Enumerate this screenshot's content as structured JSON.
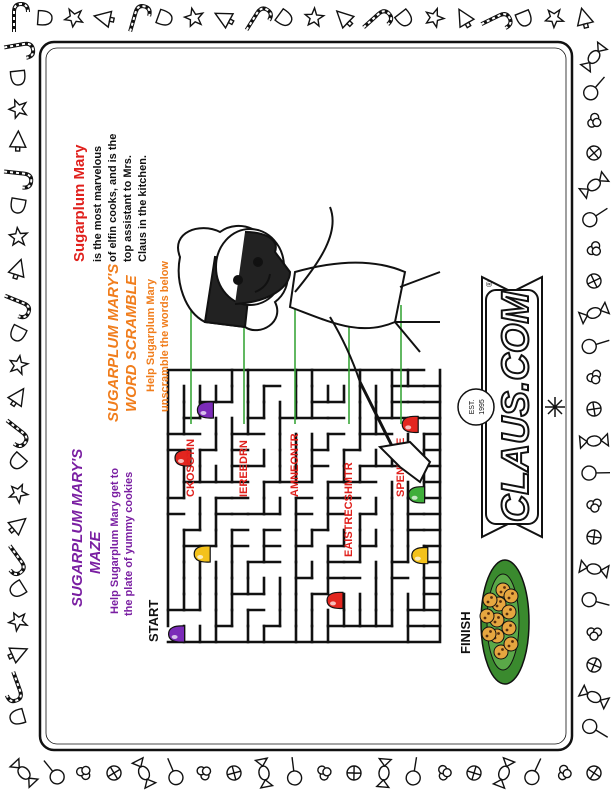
{
  "colors": {
    "maze_title": "#7a1fa2",
    "scramble_title": "#f07d1c",
    "character_title": "#e0201c",
    "text": "#111111",
    "answer_line": "#3aa63a",
    "candy_red": "#e3261f",
    "candy_yellow": "#f4c21b",
    "candy_green": "#3fae3a",
    "candy_purple": "#7b2bb8",
    "plate": "#3a8a2e"
  },
  "maze": {
    "title_line1": "SUGARPLUM MARY'S",
    "title_line2": "MAZE",
    "instructions_line1": "Help Sugarplum Mary get to",
    "instructions_line2": "the plate of yummy cookies",
    "start_label": "START",
    "finish_label": "FINISH"
  },
  "scramble": {
    "title_line1": "SUGARPLUM MARY'S",
    "title_line2": "WORD SCRAMBLE",
    "instructions_line1": "Help Sugarplum Mary",
    "instructions_line2": "unscramble the words below",
    "words": [
      "CKOSGTIN",
      "IEREEDRN",
      "AMNEONTR",
      "EAISTRECSHMTR",
      "SPENTRSE"
    ]
  },
  "character": {
    "name": "Sugarplum Mary",
    "desc_line1": "is the most marvelous",
    "desc_line2": "of elfin cooks, and is the",
    "desc_line3": "top assistant to Mrs.",
    "desc_line4": "Claus in the kitchen."
  },
  "logo": {
    "text": "CLAUS.COM",
    "est_line1": "EST.",
    "est_line2": "1995",
    "registered": "®"
  },
  "border_icons": [
    "candy-cane-icon",
    "wrapped-candy-icon",
    "gumdrop-icon",
    "lollipop-icon",
    "star-cookie-icon",
    "popcorn-icon",
    "tree-cookie-icon",
    "peppermint-icon"
  ]
}
